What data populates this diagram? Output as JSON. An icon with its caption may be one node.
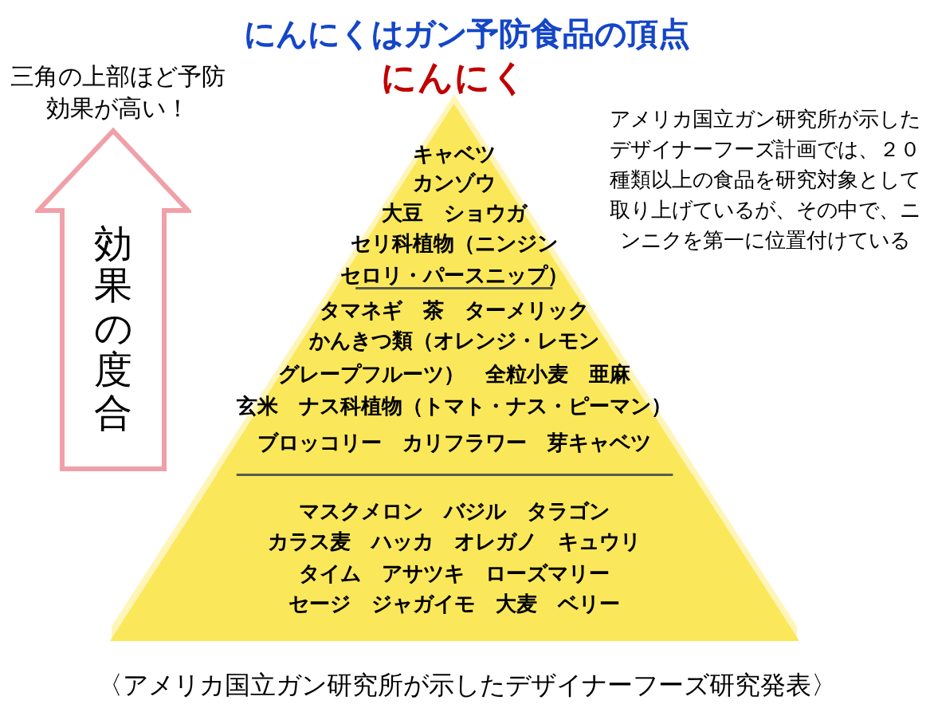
{
  "diagram": {
    "title": "にんにくはガン予防食品の頂点",
    "caption": "〈アメリカ国立ガン研究所が示したデザイナーフーズ研究発表〉",
    "nodes": [
      {
        "text": [
          "にんにく"
        ]
      },
      {
        "text": [
          "キャベツ",
          "カンゾウ",
          "大豆　ショウガ",
          "セリ科植物（ニンジン",
          "セロリ・パースニップ）"
        ],
        "in": 0
      },
      {
        "text": [
          "タマネギ　茶　ターメリック",
          "かんきつ類（オレンジ・レモン",
          "グレープフルーツ）　全粒小麦　亜麻",
          "玄米　ナス科植物（トマト・ナス・ピーマン）",
          "ブロッコリー　カリフラワー　芽キャベツ"
        ],
        "in": 0
      },
      {
        "text": [
          "マスクメロン　バジル　タラゴン",
          "カラス麦　ハッカ　オレガノ　キュウリ",
          "タイム　アサツキ　ローズマリー",
          "セージ　ジャガイモ　大麦　ベリー"
        ],
        "in": 0
      },
      {
        "text": [
          "効果の度合"
        ]
      }
    ],
    "labels": [
      "三角の上部ほど予防効果が高い！",
      "アメリカ国立ガン研究所が示したデザイナーフーズ計画では、２０種類以上の食品を研究対象として取り上げているが、その中で、ニンニクを第一に位置付けている"
    ]
  }
}
